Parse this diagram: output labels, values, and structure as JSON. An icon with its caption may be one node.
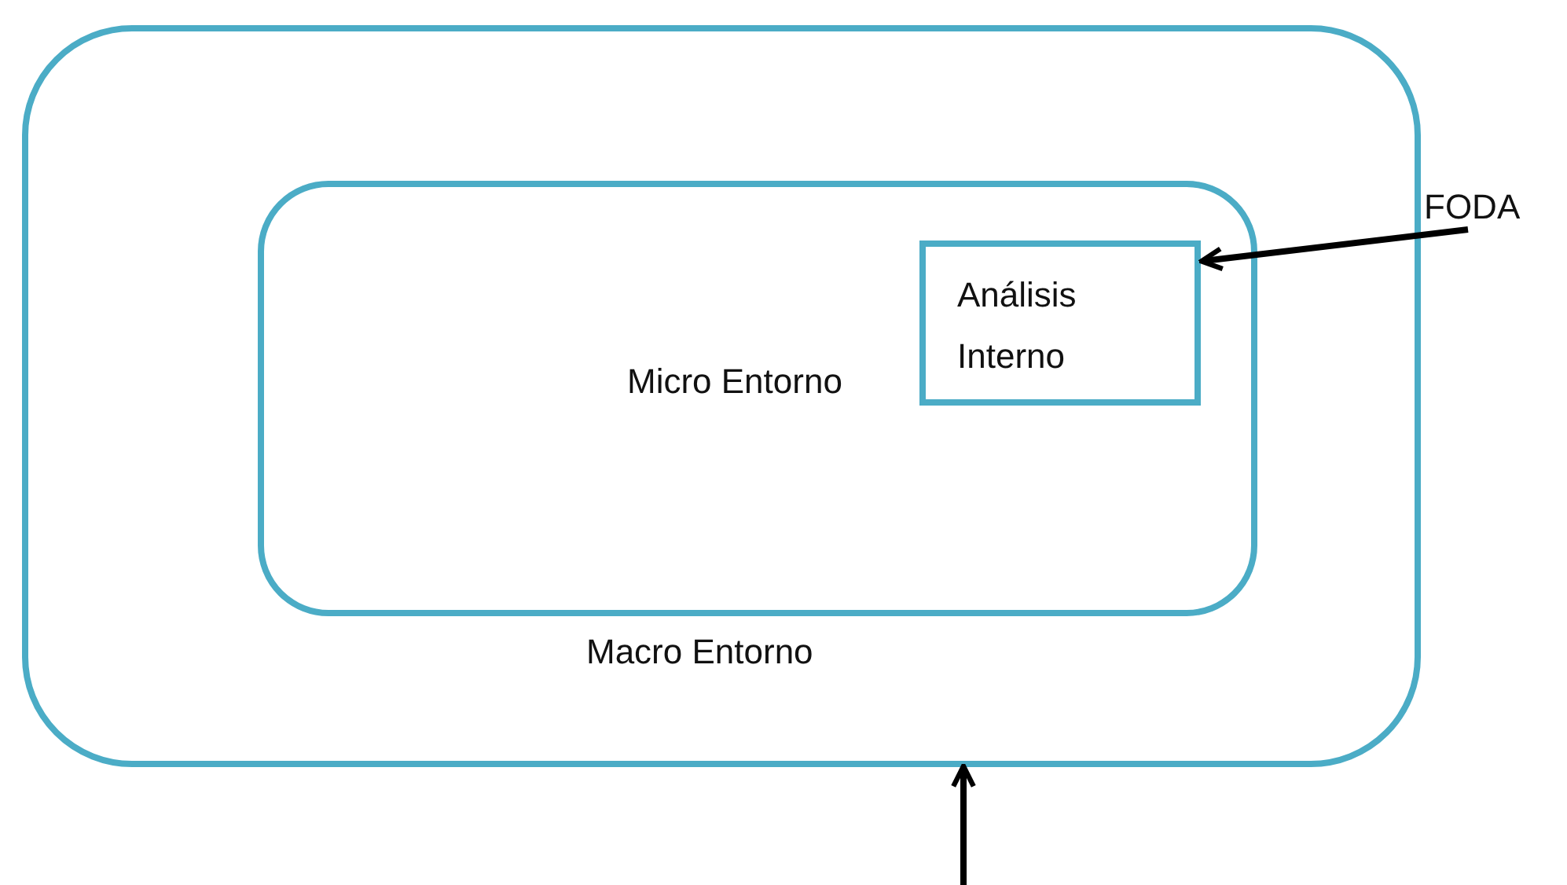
{
  "diagram": {
    "nodes": [
      {
        "text": [
          "Macro Entorno"
        ]
      },
      {
        "text": [
          "Micro Entorno"
        ],
        "in": 0
      },
      {
        "text": [
          "Análisis Interno"
        ],
        "in": 1
      },
      {
        "text": [
          "FODA"
        ]
      }
    ],
    "edges": [
      {
        "from": 3,
        "to": 2,
        "arrow": "to"
      },
      {
        "from": null,
        "to": 0,
        "arrow": "to"
      }
    ]
  }
}
